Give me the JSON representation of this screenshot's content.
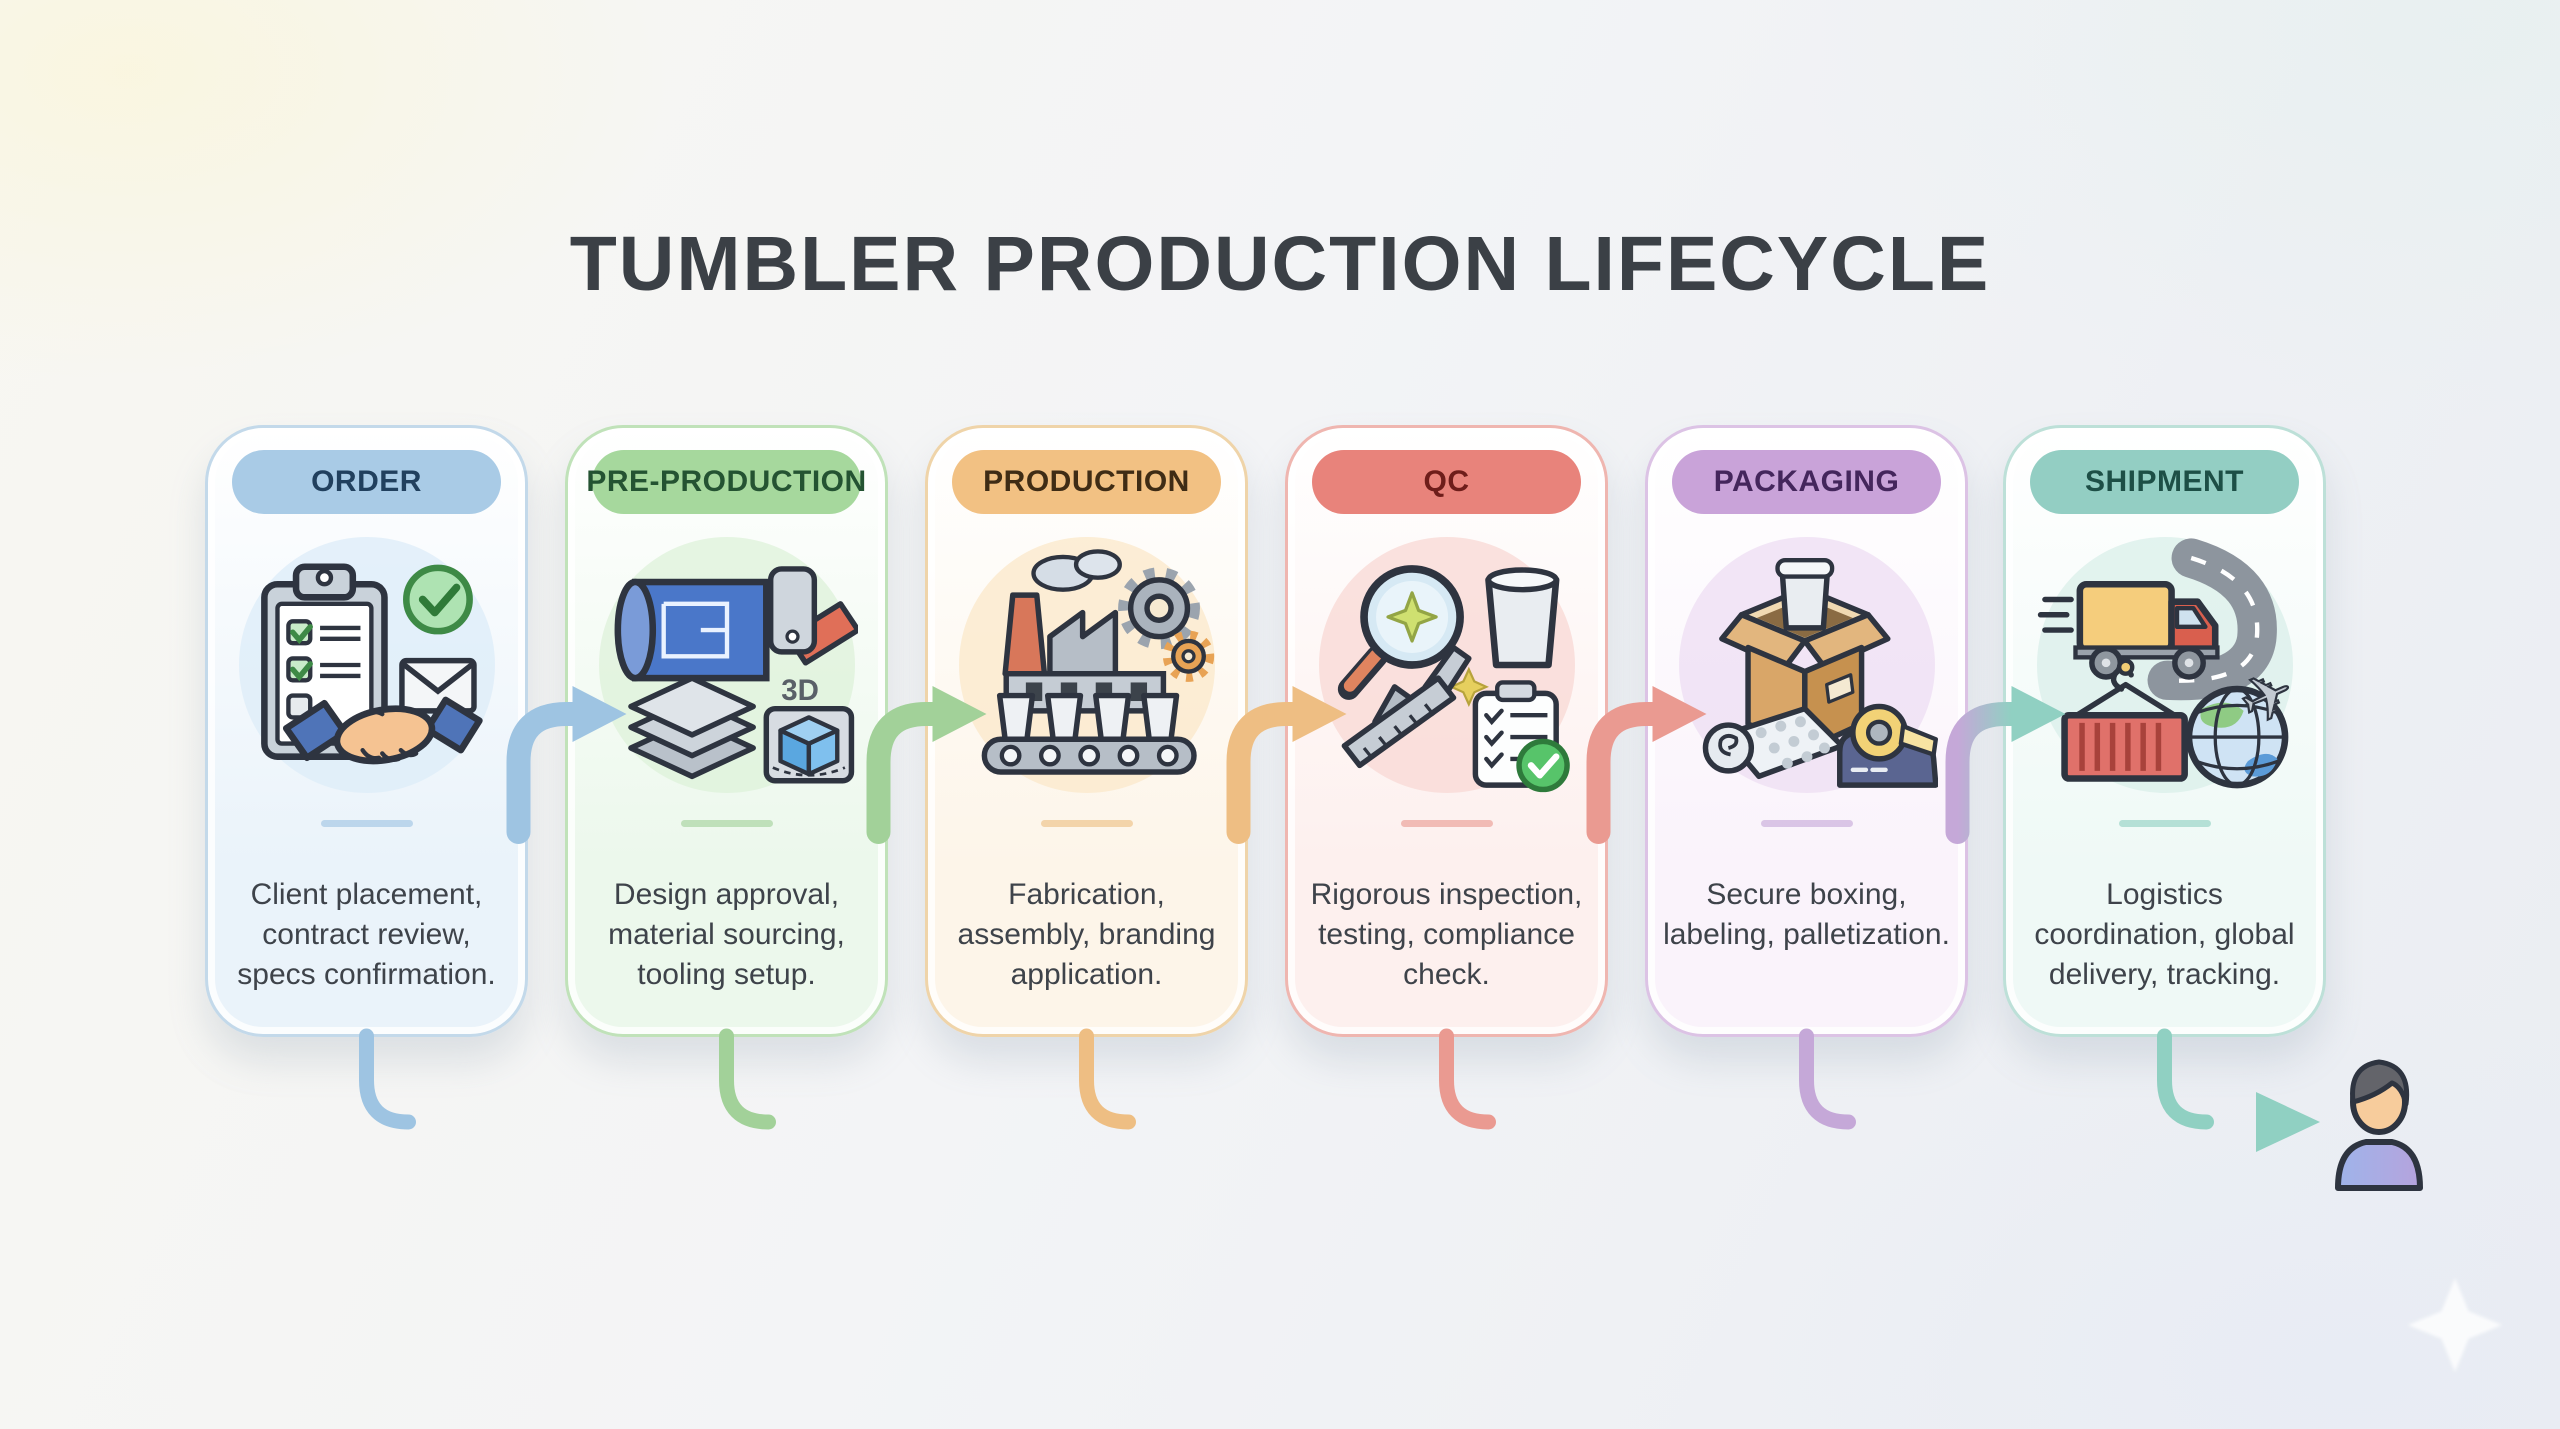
{
  "title": "TUMBLER PRODUCTION LIFECYCLE",
  "stages": [
    {
      "label": "ORDER",
      "description": "Client placement, contract review, specs confirmation.",
      "icons": [
        "clipboard-checklist-icon",
        "check-circle-icon",
        "envelope-icon",
        "handshake-icon"
      ],
      "colors": {
        "accent": "#9ec4e2",
        "pill_bg": "#a9cbe6",
        "pill_text": "#21405e",
        "card_bg": "#eaf3fa",
        "card_border": "#c3d9ea",
        "blob": "#dcecf8"
      }
    },
    {
      "label": "PRE-PRODUCTION",
      "description": "Design approval, material sourcing, tooling setup.",
      "icon_label": "3D",
      "icons": [
        "blueprint-icon",
        "material-swatches-icon",
        "sheet-stack-icon",
        "3d-model-icon"
      ],
      "colors": {
        "accent": "#a2d199",
        "pill_bg": "#a6d89d",
        "pill_text": "#245332",
        "card_bg": "#ecf8ec",
        "card_border": "#c0e2b9",
        "blob": "#def2da"
      }
    },
    {
      "label": "PRODUCTION",
      "description": "Fabrication, assembly, branding application.",
      "icons": [
        "factory-icon",
        "gears-icon",
        "conveyor-tumblers-icon"
      ],
      "colors": {
        "accent": "#eebe83",
        "pill_bg": "#f2c183",
        "pill_text": "#3f2c15",
        "card_bg": "#fdf5e9",
        "card_border": "#efd4a9",
        "blob": "#fbe8c9"
      }
    },
    {
      "label": "QC",
      "description": "Rigorous inspection, testing, compliance check.",
      "icons": [
        "magnifier-icon",
        "tumbler-icon",
        "caliper-icon",
        "checklist-approved-icon"
      ],
      "colors": {
        "accent": "#ea9a91",
        "pill_bg": "#e8837b",
        "pill_text": "#6e1d1a",
        "card_bg": "#fdf0ee",
        "card_border": "#efb6b0",
        "blob": "#f8d8d4"
      }
    },
    {
      "label": "PACKAGING",
      "description": "Secure boxing, labeling, palletization.",
      "icons": [
        "open-box-icon",
        "bubble-wrap-icon",
        "tape-dispenser-icon"
      ],
      "colors": {
        "accent": "#c5a8d8",
        "pill_bg": "#c9a3d9",
        "pill_text": "#44265c",
        "card_bg": "#faf3fb",
        "card_border": "#dcc3e5",
        "blob": "#edddf3"
      }
    },
    {
      "label": "SHIPMENT",
      "description": "Logistics coordination, global delivery, tracking.",
      "icons": [
        "delivery-truck-icon",
        "road-icon",
        "shipping-container-icon",
        "globe-plane-icon"
      ],
      "colors": {
        "accent": "#90d0c2",
        "pill_bg": "#93cec3",
        "pill_text": "#1d4f46",
        "card_bg": "#eff9f6",
        "card_border": "#bde0d8",
        "blob": "#d9efe9"
      }
    }
  ],
  "flow": {
    "arrow_icon": "curved-arrow-icon",
    "line_icon": "progress-flow-line",
    "end_icon": "customer-person-icon",
    "sparkle_icon": "sparkle-icon"
  }
}
